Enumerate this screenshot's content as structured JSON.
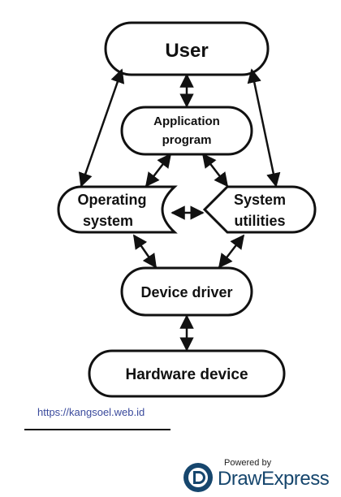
{
  "nodes": {
    "user": "User",
    "application_program": [
      "Application",
      "program"
    ],
    "operating_system": [
      "Operating",
      "system"
    ],
    "system_utilities": [
      "System",
      "utilities"
    ],
    "device_driver": "Device driver",
    "hardware_device": "Hardware device"
  },
  "footer": {
    "url": "https://kangsoel.web.id",
    "powered_by": "Powered by",
    "brand_name": "DrawExpress"
  },
  "colors": {
    "stroke": "#111111",
    "url": "#3a4a9c",
    "brand": "#16466d"
  }
}
